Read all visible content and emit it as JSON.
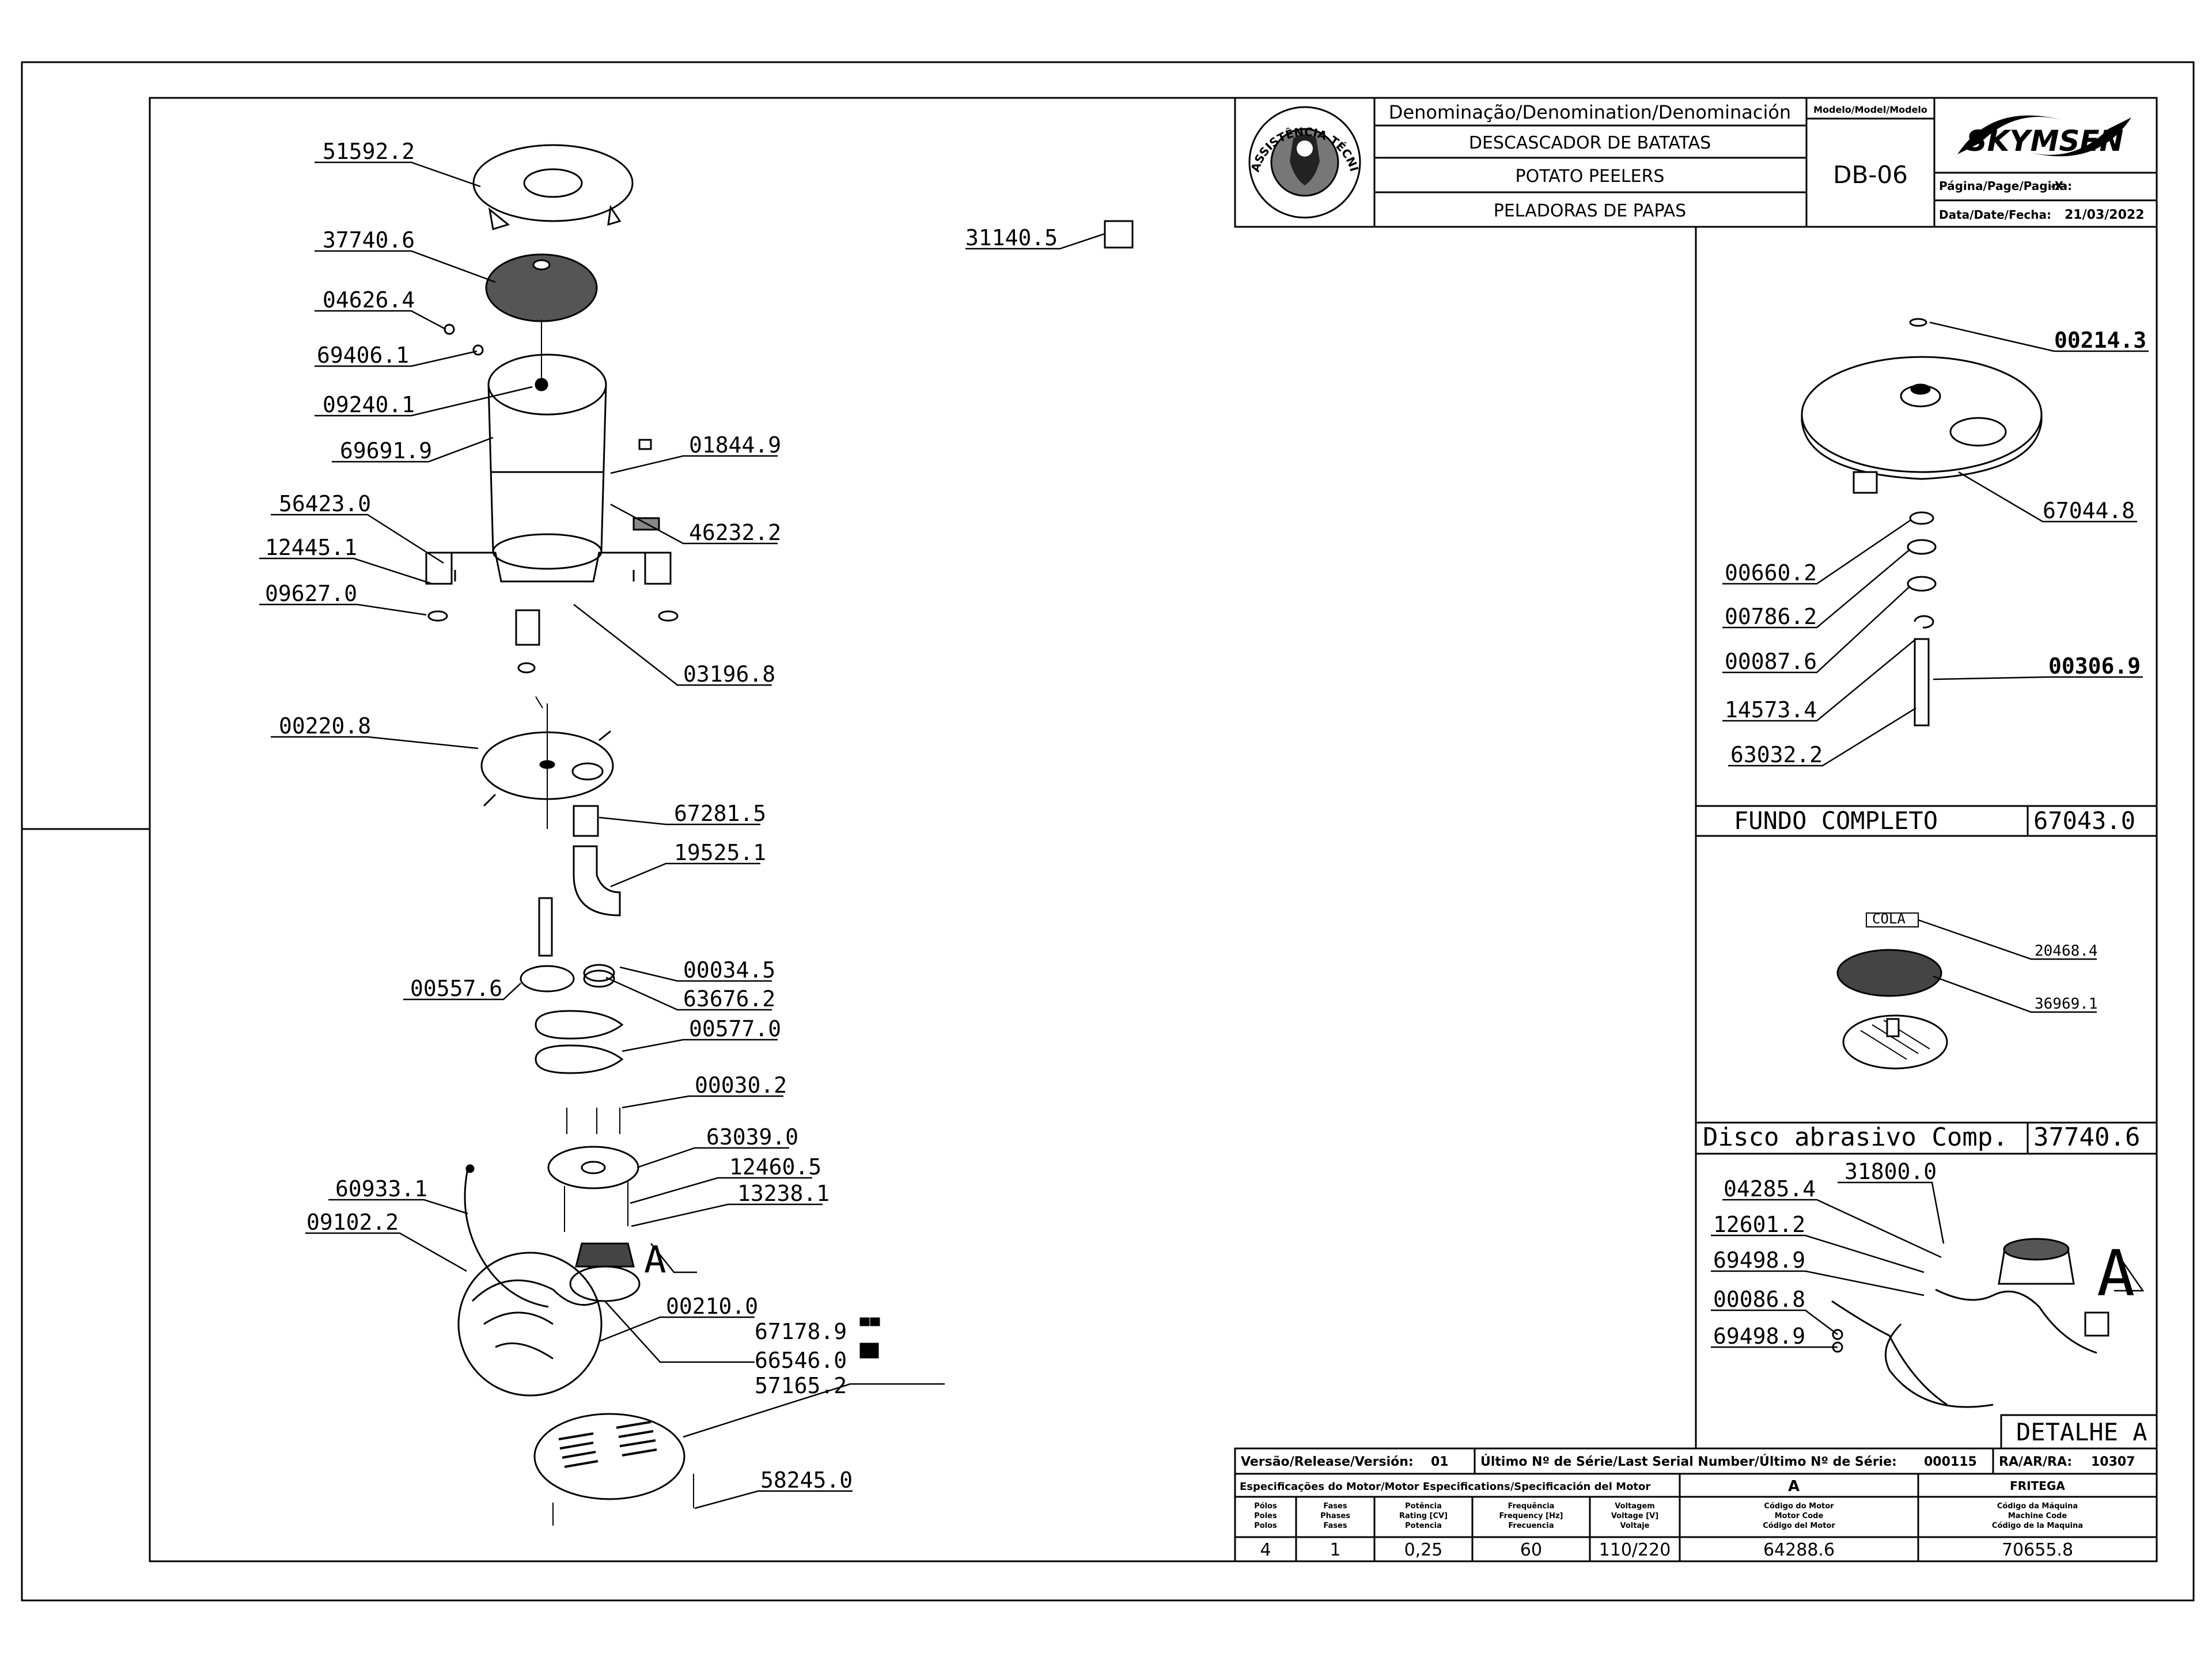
{
  "title_block": {
    "denomination_header": "Denominação/Denomination/Denominación",
    "name_pt": "DESCASCADOR DE BATATAS",
    "name_en": "POTATO PEELERS",
    "name_es": "PELADORAS DE PAPAS",
    "model_header": "Modelo/Model/Modelo",
    "model": "DB-06",
    "brand": "SKYMSEN",
    "page_label": "Página/Page/Pagina:",
    "page_value": "-X-",
    "date_label": "Data/Date/Fecha:",
    "date_value": "21/03/2022",
    "seal_text": "ASSISTÊNCIA TÉCNICA AUTORIZADA"
  },
  "callouts": {
    "c51592": "51592.2",
    "c37740": "37740.6",
    "c04626": "04626.4",
    "c69406": "69406.1",
    "c09240": "09240.1",
    "c69691": "69691.9",
    "c01844": "01844.9",
    "c56423": "56423.0",
    "c46232": "46232.2",
    "c12445": "12445.1",
    "c09627": "09627.0",
    "c03196": "03196.8",
    "c00220": "00220.8",
    "c67281": "67281.5",
    "c19525": "19525.1",
    "c00034": "00034.5",
    "c00557": "00557.6",
    "c63676": "63676.2",
    "c00577": "00577.0",
    "c00030": "00030.2",
    "c63039": "63039.0",
    "c12460": "12460.5",
    "c60933": "60933.1",
    "c13238": "13238.1",
    "c09102": "09102.2",
    "c00210": "00210.0",
    "c67178": "67178.9",
    "c66546": "66546.0",
    "c57165": "57165.2",
    "c58245": "58245.0",
    "c31140": "31140.5",
    "c00214": "00214.3",
    "c67044": "67044.8",
    "c00660": "00660.2",
    "c00786": "00786.2",
    "c00087": "00087.6",
    "c00306": "00306.9",
    "c14573": "14573.4",
    "c63032": "63032.2",
    "c20468": "20468.4",
    "c36969": "36969.1",
    "c04285": "04285.4",
    "c31800": "31800.0",
    "c12601": "12601.2",
    "c69498a": "69498.9",
    "c00086": "00086.8",
    "c69498b": "69498.9",
    "cola": "COLA",
    "letter_a": "A",
    "letter_a2": "A"
  },
  "detail_boxes": {
    "fundo_label": "FUNDO COMPLETO",
    "fundo_code": "67043.0",
    "disco_label": "Disco abrasivo Comp.",
    "disco_code": "37740.6",
    "detalhe_label": "DETALHE A"
  },
  "spec_block": {
    "version_label": "Versão/Release/Versión:",
    "version_value": "01",
    "serial_label": "Último Nº de Série/Last Serial Number/Último Nº de Série:",
    "serial_value": "000115",
    "ra_label": "RA/AR/RA:",
    "ra_value": "10307",
    "motor_spec_label": "Especificações do Motor/Motor Especifications/Specificación del Motor",
    "motor_letter": "A",
    "brand_name": "FRITEGA",
    "col_poles": [
      "Pólos",
      "Poles",
      "Polos"
    ],
    "col_phases": [
      "Fases",
      "Phases",
      "Fases"
    ],
    "col_power": [
      "Potência",
      "Rating [CV]",
      "Potencia"
    ],
    "col_freq": [
      "Frequência",
      "Frequency [Hz]",
      "Frecuencia"
    ],
    "col_volt": [
      "Voltagem",
      "Voltage [V]",
      "Voltaje"
    ],
    "col_motor_code": [
      "Código do Motor",
      "Motor Code",
      "Código del Motor"
    ],
    "col_machine_code": [
      "Código da Máquina",
      "Machine Code",
      "Código de la Maquina"
    ],
    "poles": "4",
    "phases": "1",
    "power": "0,25",
    "freq": "60",
    "volt": "110/220",
    "motor_code": "64288.6",
    "machine_code": "70655.8"
  }
}
